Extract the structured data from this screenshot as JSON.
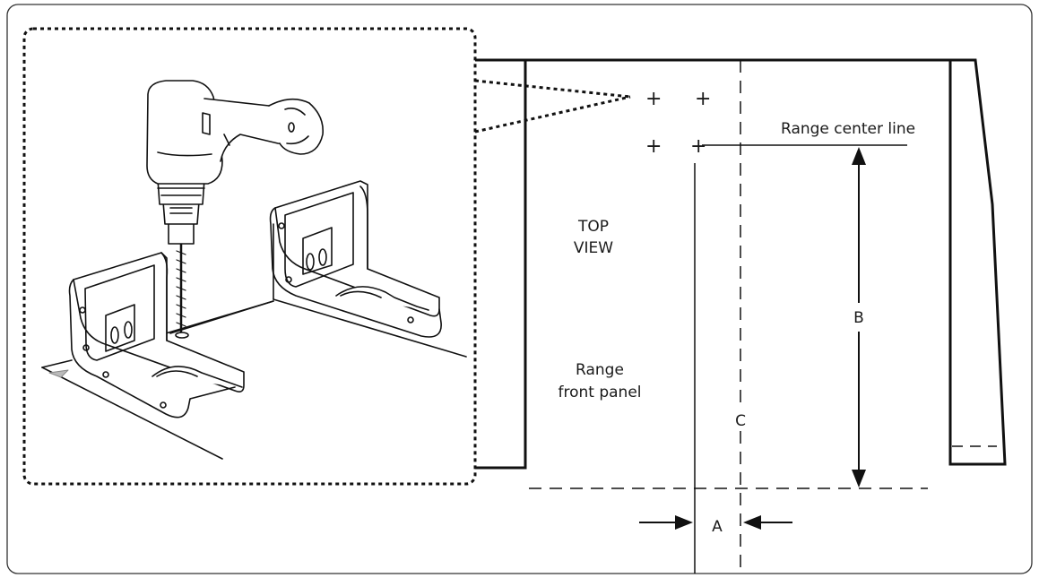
{
  "labels": {
    "top_view_1": "TOP",
    "top_view_2": "VIEW",
    "front_panel_1": "Range",
    "front_panel_2": "front panel",
    "center_line": "Range center line",
    "dim_a": "A",
    "dim_b": "B",
    "dim_c": "C"
  },
  "marks": {
    "plus": "+"
  }
}
